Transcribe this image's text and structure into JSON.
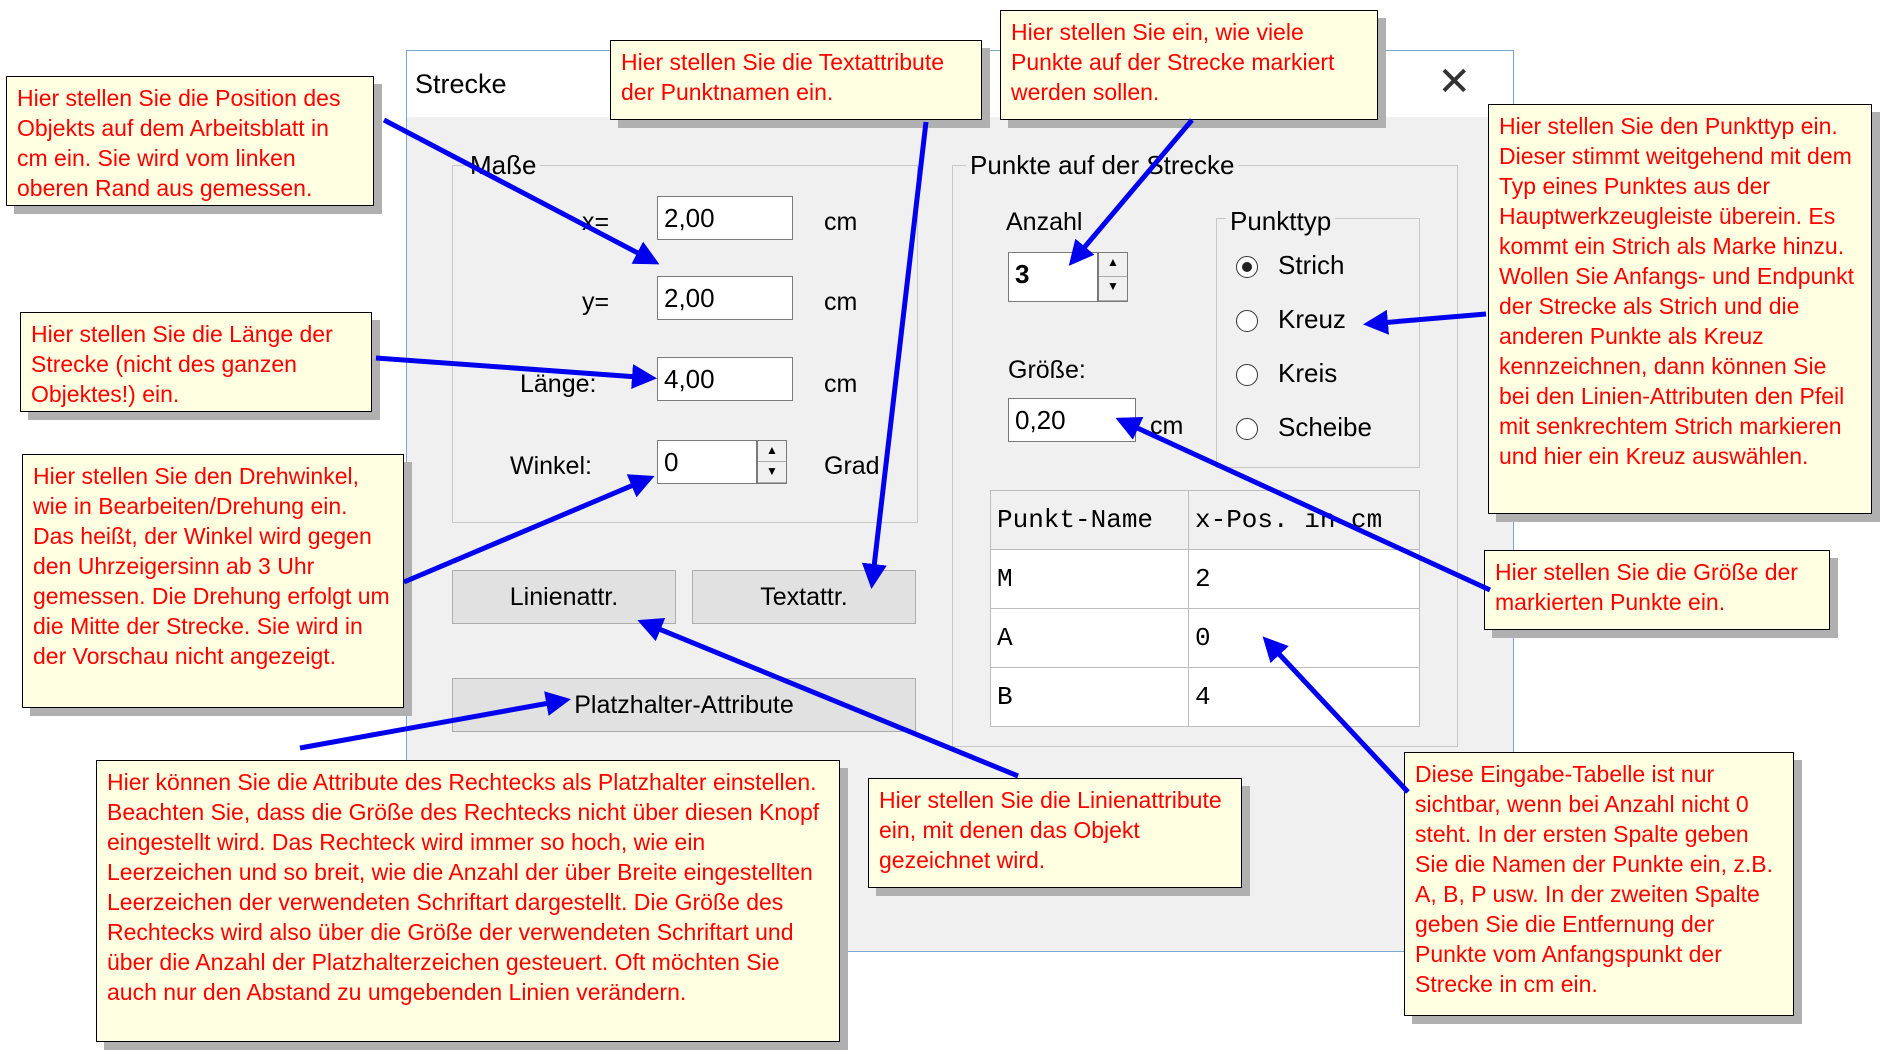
{
  "dialog": {
    "title": "Strecke",
    "close_glyph": "✕",
    "masse": {
      "legend": "Maße",
      "x_label": "x=",
      "x_value": "2,00",
      "x_unit": "cm",
      "y_label": "y=",
      "y_value": "2,00",
      "y_unit": "cm",
      "laenge_label": "Länge:",
      "laenge_value": "4,00",
      "laenge_unit": "cm",
      "winkel_label": "Winkel:",
      "winkel_value": "0",
      "winkel_unit": "Grad"
    },
    "buttons": {
      "linienattr": "Linienattr.",
      "textattr": "Textattr.",
      "platzhalter": "Platzhalter-Attribute"
    },
    "punkte": {
      "legend": "Punkte auf der Strecke",
      "anzahl_label": "Anzahl",
      "anzahl_value": "3",
      "groesse_label": "Größe:",
      "groesse_value": "0,20",
      "groesse_unit": "cm",
      "punkttyp": {
        "legend": "Punkttyp",
        "options": [
          "Strich",
          "Kreuz",
          "Kreis",
          "Scheibe"
        ],
        "selected": "Strich"
      },
      "table": {
        "headers": [
          "Punkt-Name",
          "x-Pos. in cm"
        ],
        "rows": [
          [
            "M",
            "2"
          ],
          [
            "A",
            "0"
          ],
          [
            "B",
            "4"
          ]
        ]
      }
    }
  },
  "notes": {
    "position": "Hier stellen Sie die Position des Objekts auf dem Arbeitsblatt in cm ein. Sie wird vom linken oberen Rand aus gemessen.",
    "textattr": "Hier stellen Sie die Textattribute der Punktnamen ein.",
    "anzahl": "Hier stellen Sie ein, wie viele Punkte auf der Strecke markiert werden sollen.",
    "punkttyp": "Hier stellen Sie den Punkttyp ein. Dieser stimmt weitgehend mit dem Typ eines Punktes aus der Hauptwerkzeugleiste überein. Es kommt ein Strich als Marke hinzu. Wollen Sie Anfangs- und Endpunkt der Strecke als Strich und die anderen Punkte als Kreuz kennzeichnen, dann können Sie bei den Linien-Attributen den Pfeil mit senkrechtem Strich markieren und hier ein Kreuz auswählen.",
    "laenge": "Hier stellen Sie die Länge der Strecke (nicht des ganzen Objektes!) ein.",
    "winkel": "Hier stellen Sie den Drehwinkel, wie in Bearbeiten/Drehung ein. Das heißt, der Winkel wird gegen den Uhrzeigersinn ab 3 Uhr gemessen. Die Drehung erfolgt um die Mitte der Strecke. Sie wird in der Vorschau nicht angezeigt.",
    "groesse": "Hier stellen Sie die Größe der markierten Punkte ein.",
    "platzhalter": "Hier können Sie die Attribute des Rechtecks als Platzhalter einstellen. Beachten Sie, dass die Größe des Rechtecks nicht über diesen Knopf eingestellt wird. Das Rechteck wird immer so hoch, wie ein Leerzeichen und so breit, wie die Anzahl der über Breite eingestellten Leerzeichen der verwendeten Schriftart dargestellt. Die Größe des Rechtecks wird also über die Größe der verwendeten Schriftart und über die Anzahl der Platzhalterzeichen gesteuert. Oft möchten Sie auch nur den Abstand zu umgebenden Linien verändern.",
    "linienattr": "Hier stellen Sie die Linienattribute ein, mit denen das Objekt gezeichnet wird.",
    "tabelle": "Diese Eingabe-Tabelle ist nur sichtbar, wenn bei Anzahl nicht 0 steht. In der ersten Spalte geben Sie die Namen der Punkte ein, z.B. A, B, P usw. In der zweiten Spalte geben Sie die Entfernung der Punkte vom Anfangspunkt der Strecke in cm ein."
  },
  "colors": {
    "note_bg": "#ffffe1",
    "note_text": "#ff0000",
    "arrow": "#0000ee"
  }
}
